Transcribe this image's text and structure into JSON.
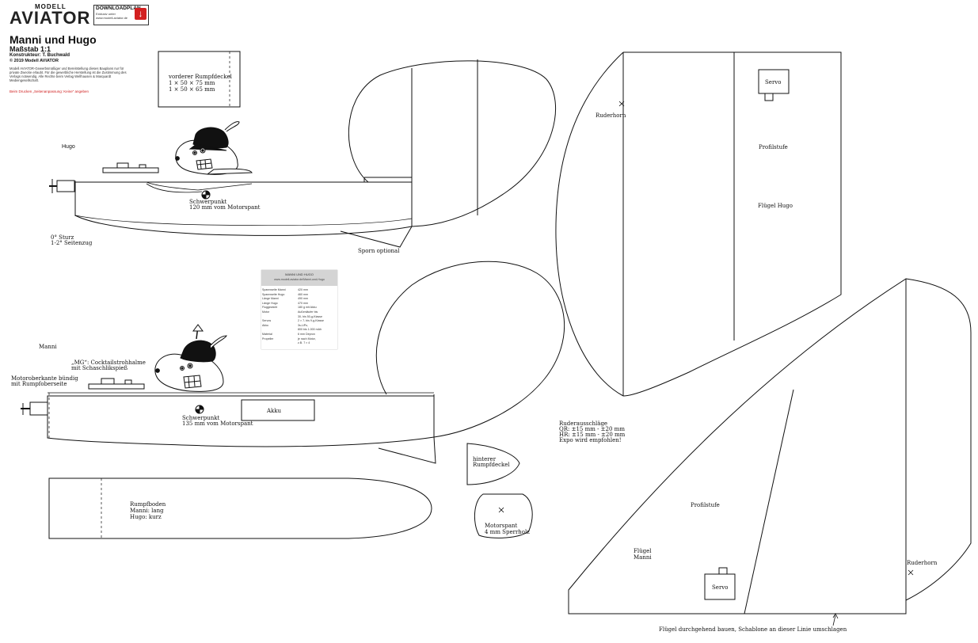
{
  "header": {
    "brand_small": "MODELL",
    "brand": "AVIATOR",
    "download_badge": {
      "title": "DOWNLOADPLAN",
      "line1": "Exklusiv unter",
      "line2": "www.modell-aviator.de",
      "icon": "arrow-down-icon"
    }
  },
  "plan": {
    "title": "Manni und Hugo",
    "scale": "Maßstab 1:1",
    "designer": "Konstrukteur: T. Buchwald",
    "copyright": "© 2019 Modell AVIATOR",
    "notice": "Modell AVIATOR-Gewerbsmäßiger und Bereitstellung dieses Bauplans nur für private Zwecke erlaubt. Für die gewerbliche Herstellung ist die Zustimmung des Verlags notwendig. Alle Rechte beim Verlag Wellhausen & Marquardt Mediengesellschaft.",
    "print_note": "Beim Drucken „Seitenanpassung: Keine“ angeben"
  },
  "labels": {
    "front_cover": "vorderer Rumpfdeckel",
    "front_cover_dim1": "1 × 50 × 75 mm",
    "front_cover_dim2": "1 × 50 × 65 mm",
    "hugo": "Hugo",
    "cg_title": "Schwerpunkt",
    "cg_hugo": "120 mm vom Motorspant",
    "thrust": "0° Sturz",
    "sidethrust": "1-2° Seitenzug",
    "spornt": "Sporn optional",
    "manni": "Manni",
    "mg_line1": "„MG“: Cocktailstrohhalme",
    "mg_line2": "mit Schaschlikspieß",
    "motor_line1": "Motoroberkante bündig",
    "motor_line2": "mit Rumpfoberseite",
    "akku": "Akku",
    "cg_manni": "135 mm vom Motorspant",
    "rear_cover_line1": "hinterer",
    "rear_cover_line2": "Rumpfdeckel",
    "bottom_line1": "Rumpfboden",
    "bottom_line2": "Manni: lang",
    "bottom_line3": "Hugo: kurz",
    "firewall_line1": "Motorspant",
    "firewall_line2": "4 mm Sperrholz",
    "ruderhorn": "Ruderhorn",
    "servo": "Servo",
    "profilstufe": "Profilstufe",
    "wing_hugo": "Flügel Hugo",
    "throws_line1": "Ruderausschläge",
    "throws_line2": "QR: ±15 mm - ±20 mm",
    "throws_line3": "HR: ±15 mm - ±20 mm",
    "throws_line4": "Expo wird empfohlen!",
    "wing_manni_line1": "Flügel",
    "wing_manni_line2": "Manni",
    "fold_note": "Flügel durchgehend bauen, Schablone an dieser Linie umschlagen"
  },
  "specs": {
    "title": "MANNI UND HUGO",
    "subtitle": "www.modell-aviator.de/Manni-und-Hugo",
    "rows": [
      {
        "k": "Spannweite Manni",
        "v": "420 mm"
      },
      {
        "k": "Spannweite Hugo",
        "v": "460 mm"
      },
      {
        "k": "Länge Manni",
        "v": "490 mm"
      },
      {
        "k": "Länge Hugo",
        "v": "470 mm"
      },
      {
        "k": "Fluggewicht",
        "v": "180 g mit Akku"
      },
      {
        "k": "Motor",
        "v": "Außenläufer bis"
      },
      {
        "k": "",
        "v": "30- bis 50-g-Klasse"
      },
      {
        "k": "Servos",
        "v": "2 × 7- bis 9-g-Klasse"
      },
      {
        "k": "Akku",
        "v": "3s-LiPo,"
      },
      {
        "k": "",
        "v": "800 bis 1.000 mAh"
      },
      {
        "k": "Material",
        "v": "6 mm Depron"
      },
      {
        "k": "Propeller",
        "v": "je nach Motor,"
      },
      {
        "k": "",
        "v": "z.B. 7 × 4"
      }
    ]
  }
}
